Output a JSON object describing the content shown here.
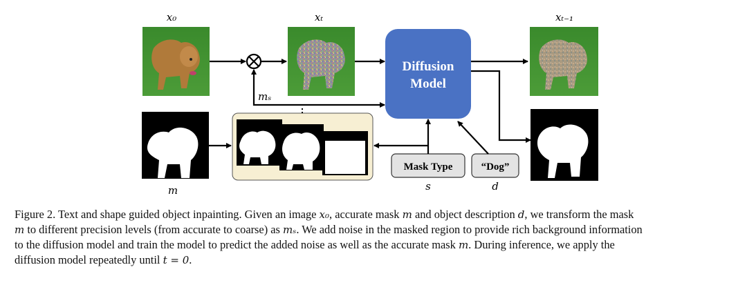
{
  "figure": {
    "labels": {
      "x0": "x₀",
      "xt": "xₜ",
      "xt_minus_1": "xₜ₋₁",
      "ms": "mₛ",
      "m": "m",
      "s": "s",
      "d": "d"
    },
    "operator_symbol": "⊗",
    "diffusion_model_line1": "Diffusion",
    "diffusion_model_line2": "Model",
    "mask_type_label": "Mask Type",
    "dog_label": "“Dog”",
    "colors": {
      "diffusion_box": "#4a72c4",
      "mask_tray": "#f7efd3",
      "text_box": "#e3e3e3",
      "grass": "#3f8f32"
    }
  },
  "caption": {
    "line1_a": "Figure 2. Text and shape guided object inpainting. Given an image ",
    "line1_x0": "x₀",
    "line1_b": ", accurate mask ",
    "line1_m": "m",
    "line1_c": " and object description ",
    "line1_d": "d",
    "line1_e": ", we transform the mask",
    "line2_m": "m",
    "line2_a": " to different precision levels (from accurate to coarse) as ",
    "line2_ms": "mₛ",
    "line2_b": ". We add noise in the masked region to provide rich background information",
    "line3_a": "to the diffusion model and train the model to predict the added noise as well as the accurate mask ",
    "line3_m": "m",
    "line3_b": ". During inference, we apply the",
    "line4_a": "diffusion model repeatedly until ",
    "line4_t": "t = 0",
    "line4_b": "."
  }
}
